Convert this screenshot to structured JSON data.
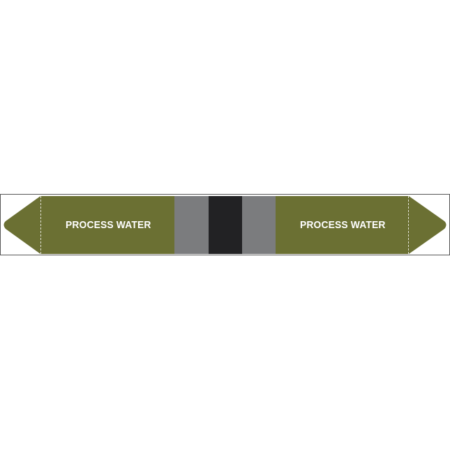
{
  "pipe_marker": {
    "label_left": "PROCESS WATER",
    "label_right": "PROCESS WATER",
    "colors": {
      "base": "#6b7033",
      "band_gray": "#7b7c7e",
      "band_black": "#222224",
      "text": "#ffffff",
      "border": "#555555"
    },
    "left_arrow-icon": "arrow-left",
    "right_arrow-icon": "arrow-right"
  }
}
